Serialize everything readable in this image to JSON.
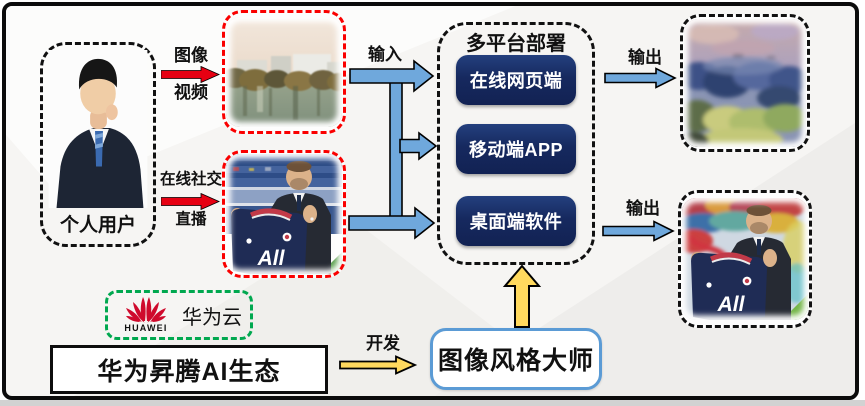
{
  "user_box": {
    "label": "个人用户"
  },
  "flow_labels": {
    "image": "图像",
    "video": "视频",
    "social": "在线社交",
    "live": "直播",
    "input": "输入",
    "output_top": "输出",
    "output_bottom": "输出",
    "develop": "开发"
  },
  "platform_box": {
    "title": "多平台部署",
    "items": [
      {
        "label": "在线网页端"
      },
      {
        "label": "移动端APP"
      },
      {
        "label": "桌面端软件"
      }
    ]
  },
  "huawei_cloud_box": {
    "brand": "HUAWEI",
    "label": "华为云"
  },
  "ascend_box": {
    "label": "华为昇腾AI生态"
  },
  "style_master_box": {
    "label": "图像风格大师"
  },
  "images": {
    "user_portrait": "personal-user-portrait-photo",
    "input_top": "riverside-city-photo",
    "input_bottom": "press-photo-player-holding-jersey",
    "output_top": "stylized-riverside-painting",
    "output_bottom": "stylized-press-photo",
    "jersey_text": "All"
  },
  "colors": {
    "red_arrow": "#e60012",
    "red_dash": "#fa0000",
    "green_dash": "#00a84f",
    "blue_arrow": "#6fa8dc",
    "navy_box": "#152a63",
    "style_master_border": "#5b9bd5",
    "yellow_arrow": "#ffd95e",
    "huawei_red": "#cf0a2c"
  }
}
